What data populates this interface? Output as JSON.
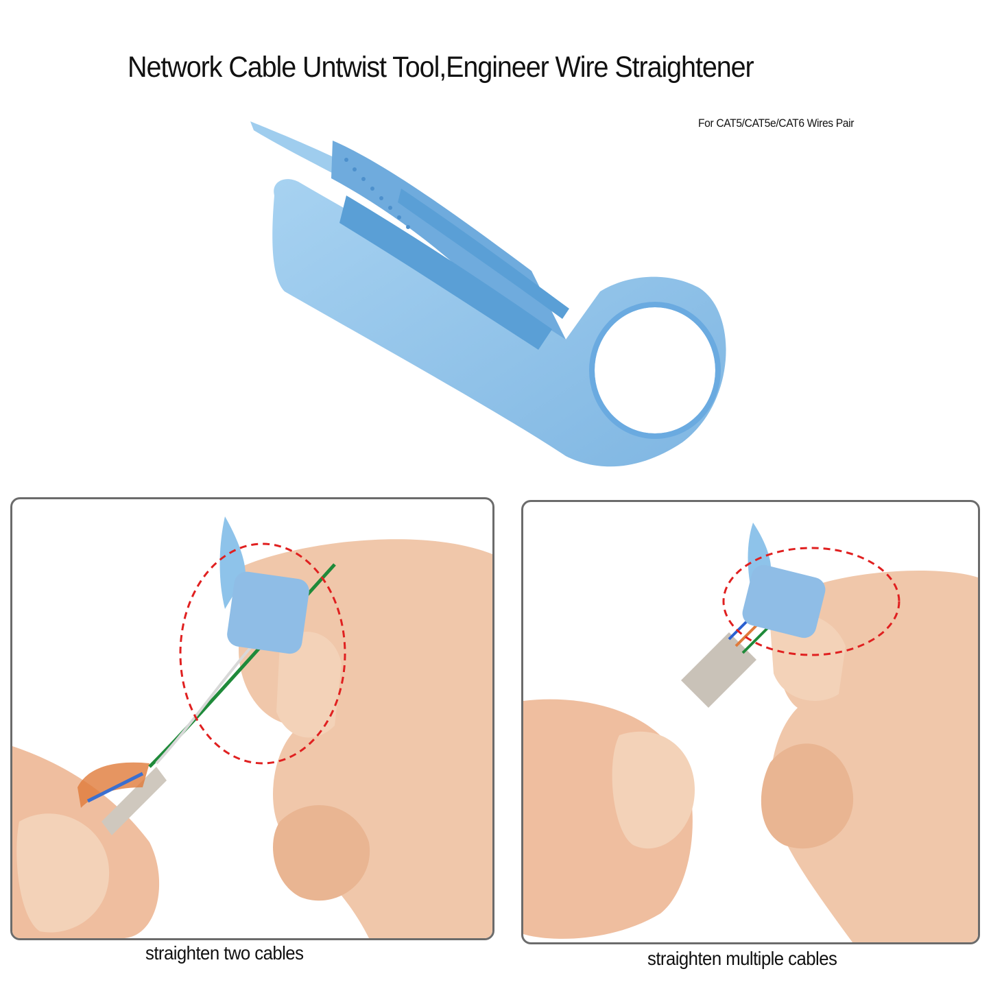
{
  "header": {
    "title": "Network Cable Untwist Tool,Engineer Wire Straightener",
    "subtitle": "For CAT5/CAT5e/CAT6 Wires Pair"
  },
  "product": {
    "name": "cable untwist tool",
    "color": "#8ec3ea",
    "shadow_color": "#5a9fd6"
  },
  "panels": [
    {
      "caption": "straighten two cables",
      "highlight_color": "#e02020"
    },
    {
      "caption": "straighten multiple cables",
      "highlight_color": "#e02020"
    }
  ],
  "colors": {
    "panel_border": "#6b6b6b",
    "skin": "#f0c4a8",
    "cable_jacket": "#c9c2b8"
  }
}
